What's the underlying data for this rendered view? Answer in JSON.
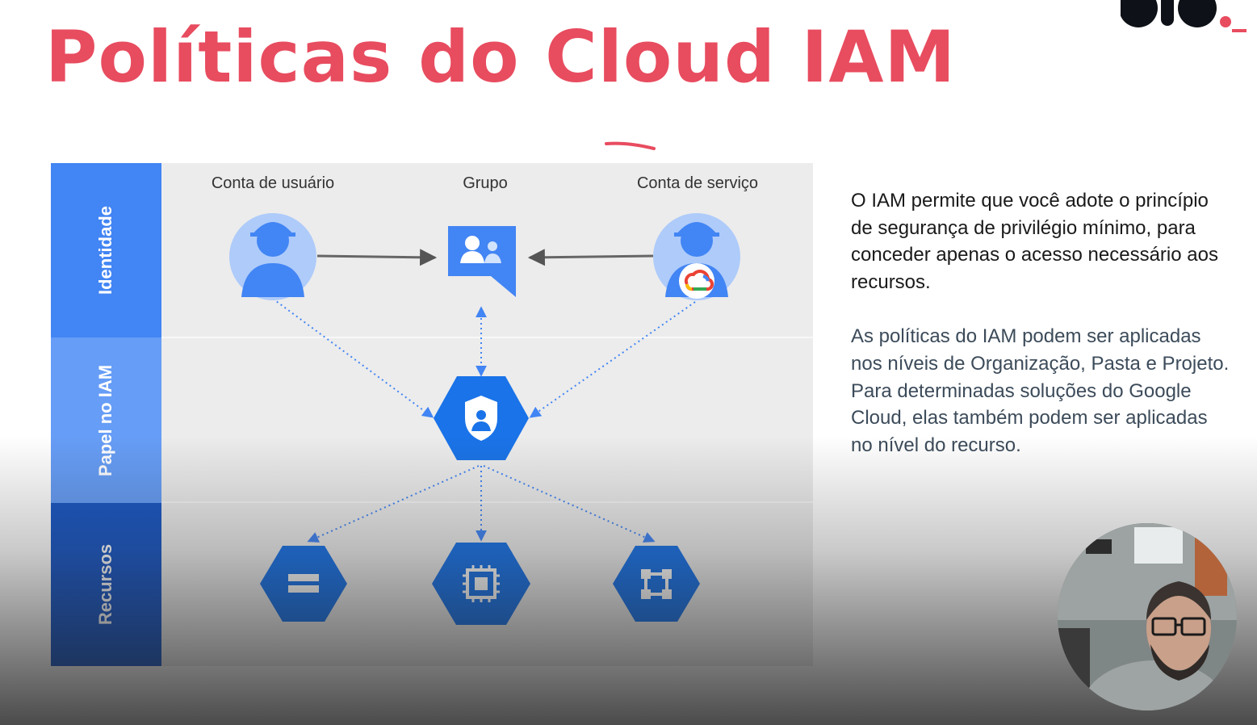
{
  "slide": {
    "title": "Políticas do Cloud IAM"
  },
  "diagram": {
    "layers": [
      {
        "label": "Identidade",
        "color": "#4285f4"
      },
      {
        "label": "Papel no IAM",
        "color": "#669df6"
      },
      {
        "label": "Recursos",
        "color": "#1a57c4"
      }
    ],
    "identities": [
      {
        "label": "Conta de usuário",
        "icon": "user-account-icon"
      },
      {
        "label": "Grupo",
        "icon": "group-icon"
      },
      {
        "label": "Conta de serviço",
        "icon": "service-account-icon"
      }
    ],
    "role_icon": "iam-role-shield-icon",
    "resources": [
      {
        "icon": "storage-icon"
      },
      {
        "icon": "compute-chip-icon"
      },
      {
        "icon": "network-icon"
      }
    ]
  },
  "text": {
    "paragraph_1": "O IAM permite que você adote o princípio de segurança de privilégio mínimo, para conceder apenas o acesso necessário aos recursos.",
    "paragraph_2": "As políticas do IAM podem ser aplicadas nos níveis de Organização, Pasta e Projeto. Para determinadas soluções do Google Cloud, elas também podem ser aplicadas no nível do recurso."
  },
  "colors": {
    "title": "#e84c5f",
    "accent_blue": "#4285f4",
    "dark_blue": "#1a57c4",
    "light_blue": "#669df6"
  }
}
